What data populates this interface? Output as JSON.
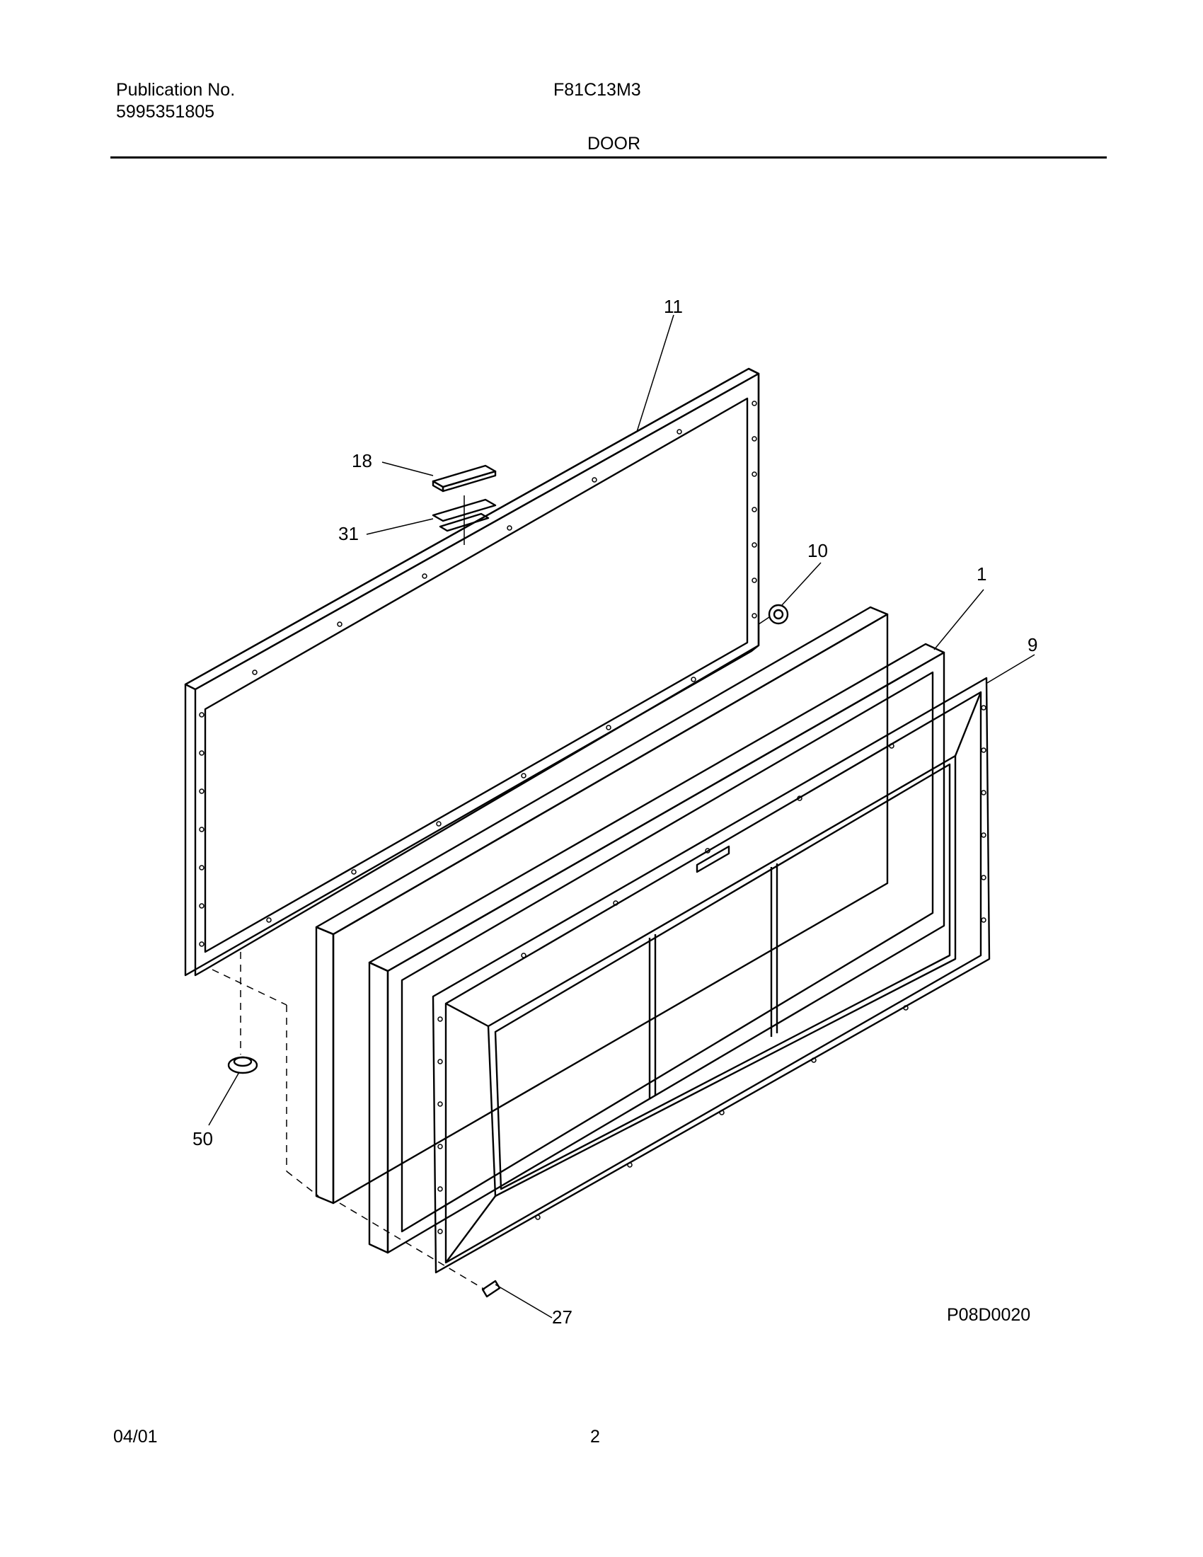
{
  "header": {
    "publication_label": "Publication No.",
    "publication_number": "5995351805",
    "model": "F81C13M3",
    "section": "DOOR"
  },
  "callouts": {
    "c11": "11",
    "c18": "18",
    "c31": "31",
    "c10": "10",
    "c1": "1",
    "c9": "9",
    "c50": "50",
    "c27": "27"
  },
  "figure_code": "P08D0020",
  "footer": {
    "date": "04/01",
    "page": "2"
  }
}
